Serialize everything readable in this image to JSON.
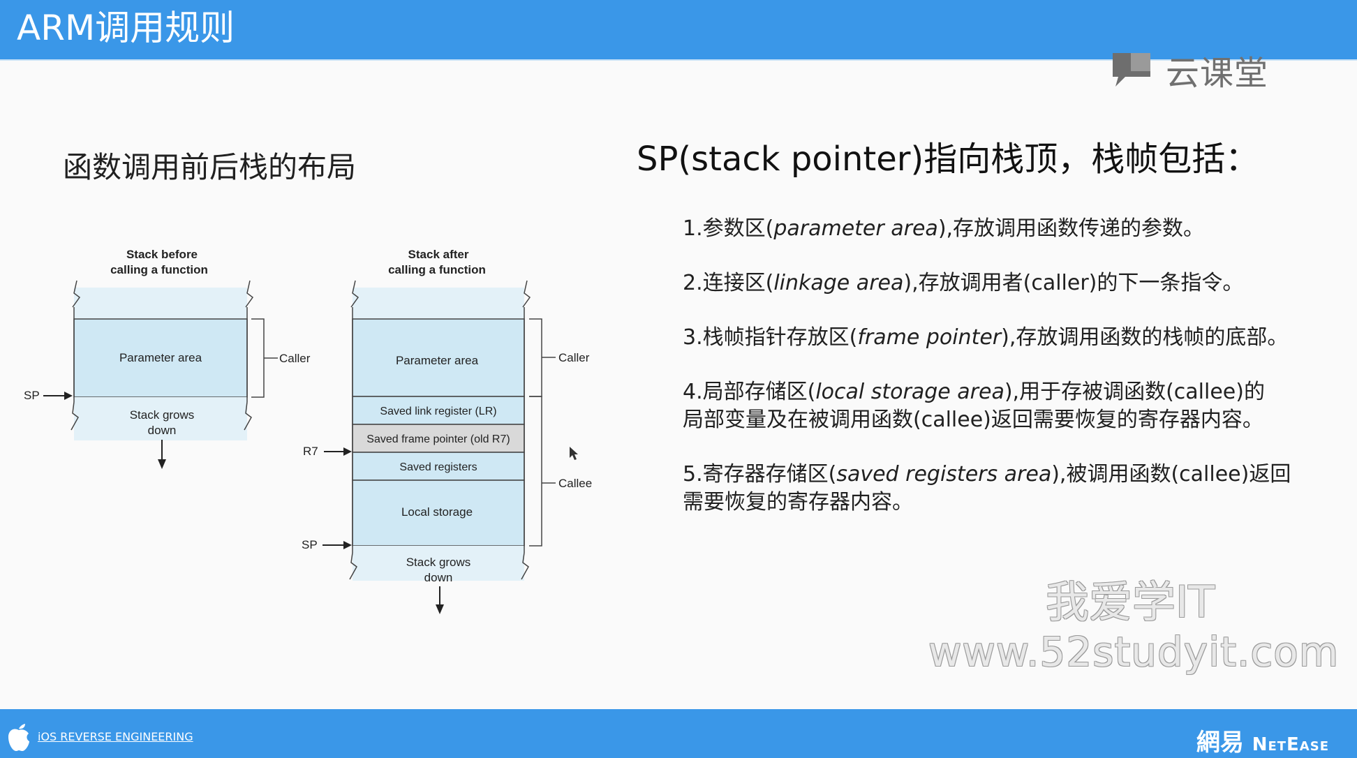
{
  "header": {
    "title": "ARM调用规则"
  },
  "brand": {
    "name": "云课堂"
  },
  "left": {
    "title": "函数调用前后栈的布局"
  },
  "diagram": {
    "before": {
      "heading1": "Stack before",
      "heading2": "calling a function",
      "param": "Parameter area",
      "grows1": "Stack grows",
      "grows2": "down",
      "caller": "Caller",
      "sp": "SP"
    },
    "after": {
      "heading1": "Stack after",
      "heading2": "calling a function",
      "param": "Parameter area",
      "lr": "Saved link register (LR)",
      "fp": "Saved frame pointer (old R7)",
      "regs": "Saved registers",
      "local": "Local storage",
      "grows1": "Stack grows",
      "grows2": "down",
      "caller": "Caller",
      "callee": "Callee",
      "r7": "R7",
      "sp": "SP"
    }
  },
  "right": {
    "title": "SP(stack pointer)指向栈顶，栈帧包括：",
    "items": [
      {
        "pre": "1.参数区(",
        "it": "parameter area",
        "post": "),存放调用函数传递的参数。",
        "line2": ""
      },
      {
        "pre": "2.连接区(",
        "it": "linkage area",
        "post": "),存放调用者(caller)的下一条指令。",
        "line2": ""
      },
      {
        "pre": "3.栈帧指针存放区(",
        "it": "frame pointer",
        "post": "),存放调用函数的栈帧的底部。",
        "line2": ""
      },
      {
        "pre": "4.局部存储区(",
        "it": "local storage area",
        "post": "),用于存被调函数(callee)的",
        "line2": "局部变量及在被调用函数(callee)返回需要恢复的寄存器内容。"
      },
      {
        "pre": "5.寄存器存储区(",
        "it": "saved registers area",
        "post": "),被调用函数(callee)返回",
        "line2": "需要恢复的寄存器内容。"
      }
    ]
  },
  "watermark": {
    "line1": "我爱学IT",
    "line2": "www.52studyit.com"
  },
  "footer": {
    "text": "iOS REVERSE ENGINEERING",
    "brand_cn": "網易",
    "brand_en": "NetEase"
  },
  "colors": {
    "header": "#3a97e8",
    "stack_fill": "#cfe8f4",
    "fp_fill": "#d9d9d9"
  }
}
